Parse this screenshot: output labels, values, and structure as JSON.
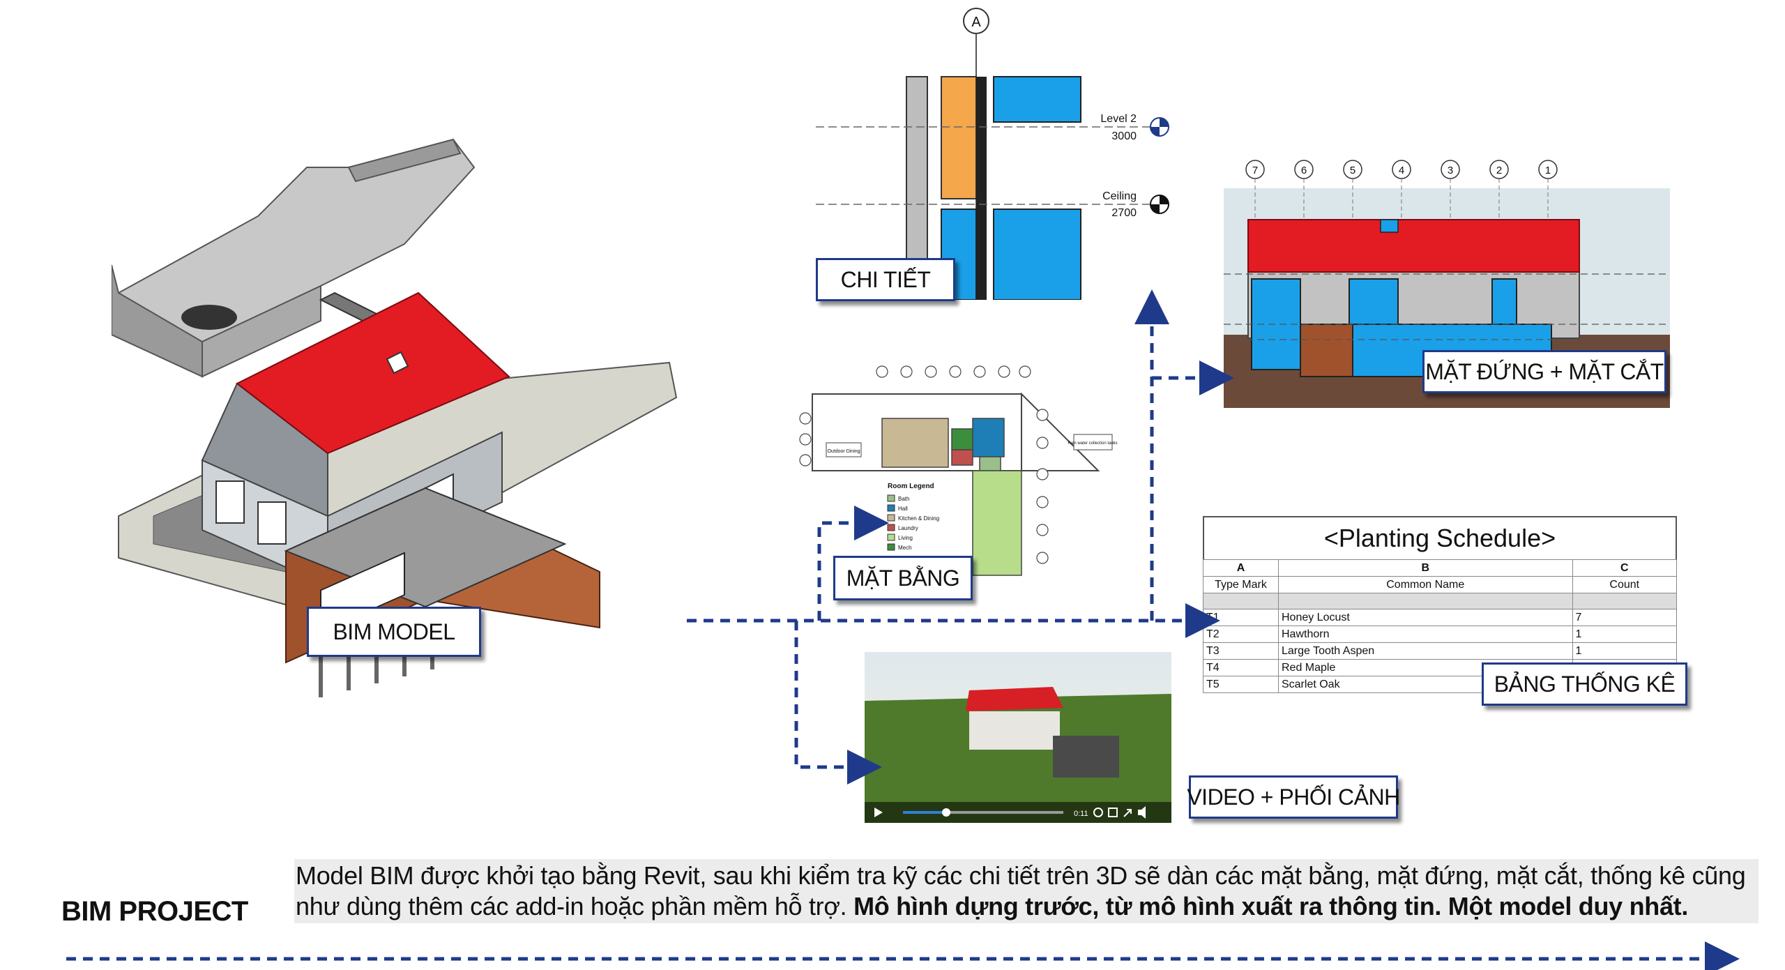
{
  "labels": {
    "bim_model": "BIM MODEL",
    "chi_tiet": "CHI TIẾT",
    "mat_bang": "MẶT BẰNG",
    "mat_dung": "MẶT ĐỨNG + MẶT CẮT",
    "bang_thong_ke": "BẢNG THỐNG KÊ",
    "video": "VIDEO + PHỐI CẢNH"
  },
  "detail": {
    "grid": "A",
    "level2_name": "Level 2",
    "level2_value": "3000",
    "ceiling_name": "Ceiling",
    "ceiling_value": "2700"
  },
  "elevation_grids": [
    "7",
    "6",
    "5",
    "4",
    "3",
    "2",
    "1"
  ],
  "schedule": {
    "title": "<Planting Schedule>",
    "col_letters": [
      "A",
      "B",
      "C"
    ],
    "col_names": [
      "Type Mark",
      "Common Name",
      "Count"
    ],
    "rows": [
      {
        "mark": "T1",
        "name": "Honey Locust",
        "count": "7"
      },
      {
        "mark": "T2",
        "name": "Hawthorn",
        "count": "1"
      },
      {
        "mark": "T3",
        "name": "Large Tooth Aspen",
        "count": "1"
      },
      {
        "mark": "T4",
        "name": "Red Maple",
        "count": ""
      },
      {
        "mark": "T5",
        "name": "Scarlet Oak",
        "count": ""
      }
    ]
  },
  "floorplan": {
    "legend_title": "Room Legend",
    "legend": [
      {
        "name": "Bath",
        "color": "#9bbf8a"
      },
      {
        "name": "Hall",
        "color": "#1d7fb5"
      },
      {
        "name": "Kitchen & Dining",
        "color": "#c9b894"
      },
      {
        "name": "Laundry",
        "color": "#c0504d"
      },
      {
        "name": "Living",
        "color": "#b7dd8a"
      },
      {
        "name": "Mech",
        "color": "#3c8d3c"
      }
    ],
    "room_label": "Outdoor Dining",
    "tank_label": "Rain water collection tanks"
  },
  "video": {
    "time": "0:11"
  },
  "description": {
    "line1": "Model BIM được khởi tạo bằng Revit, sau khi kiểm tra kỹ các chi tiết trên 3D sẽ dàn các mặt bằng, mặt đứng, mặt cắt, thống kê cũng",
    "line2_normal": "như dùng thêm các add-in hoặc phần mềm hỗ trợ. ",
    "line2_bold": "Mô hình dựng trước, từ mô hình xuất ra thông tin. Một model duy nhất."
  },
  "project_title": "BIM PROJECT",
  "colors": {
    "accent": "#1f3a8a",
    "roof_red": "#e31b23",
    "glass_blue": "#1aa0e8",
    "wood": "#a0522d"
  }
}
